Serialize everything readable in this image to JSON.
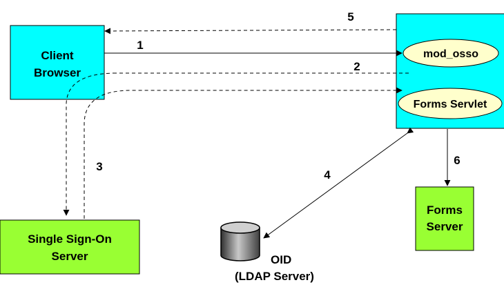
{
  "nodes": {
    "client_browser": {
      "line1": "Client",
      "line2": "Browser"
    },
    "app_server": {
      "mod_osso": "mod_osso",
      "forms_servlet": "Forms Servlet"
    },
    "sso_server": {
      "line1": "Single Sign-On",
      "line2": "Server"
    },
    "forms_server": {
      "line1": "Forms",
      "line2": "Server"
    },
    "oid": {
      "line1": "OID",
      "line2": "(LDAP Server)"
    }
  },
  "steps": {
    "s1": "1",
    "s2": "2",
    "s3": "3",
    "s4": "4",
    "s5": "5",
    "s6": "6"
  },
  "colors": {
    "cyan_box": "#00ffff",
    "green_box": "#99ff33",
    "ellipse": "#ffffcc",
    "line": "#000000"
  }
}
